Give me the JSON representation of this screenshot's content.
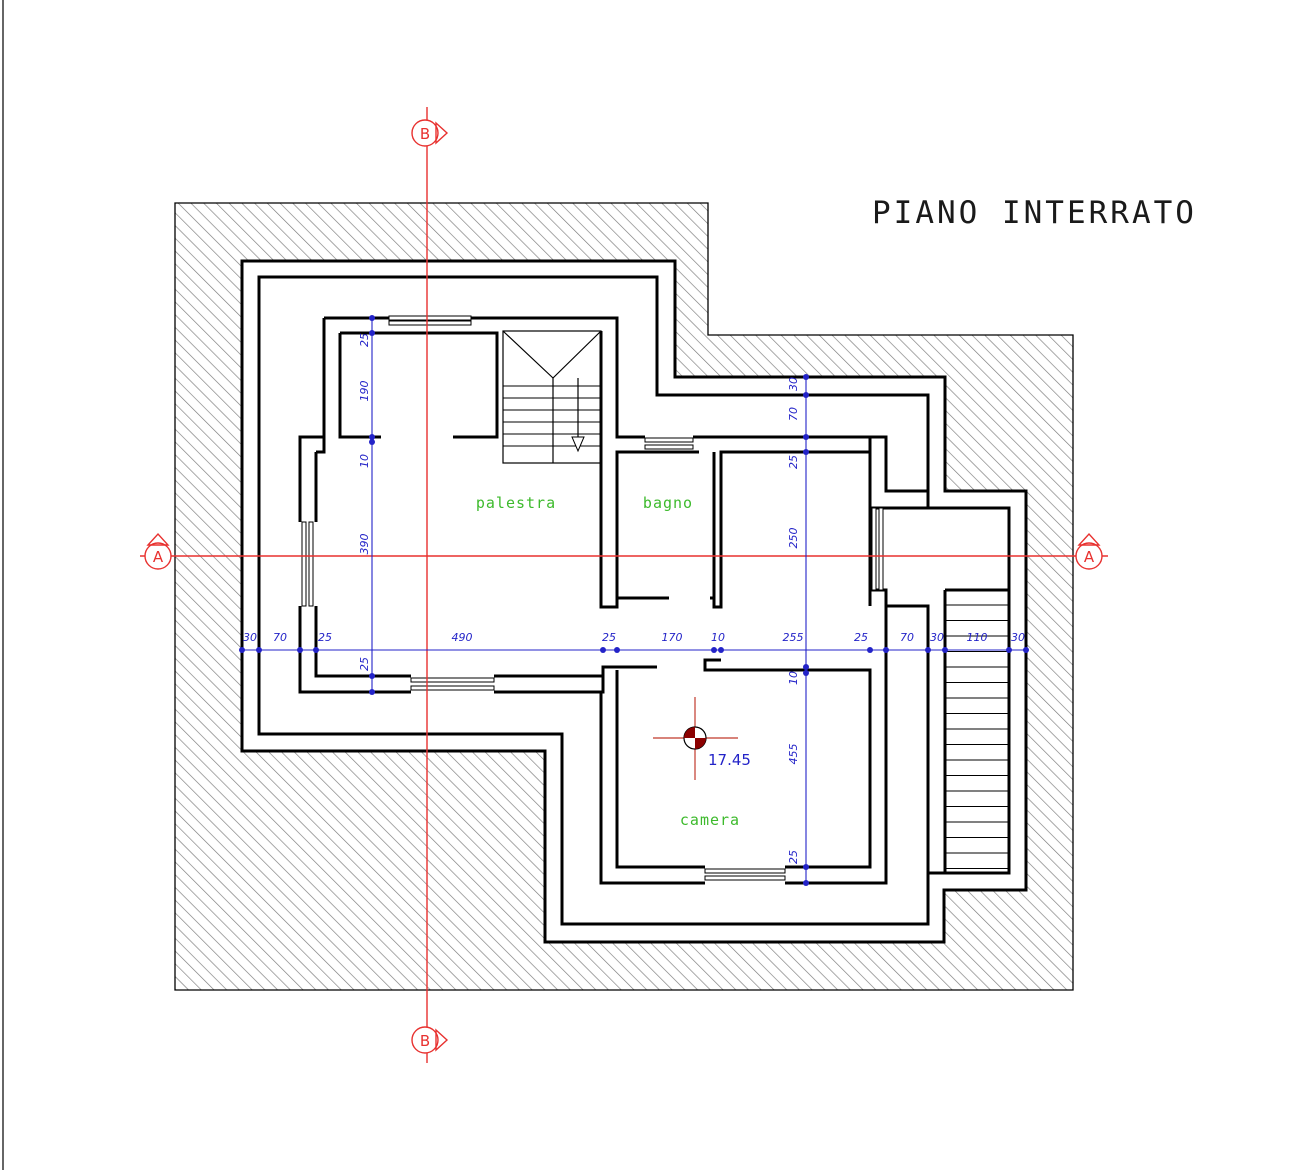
{
  "title": "PIANO INTERRATO",
  "rooms": {
    "palestra": "palestra",
    "bagno": "bagno",
    "camera": "camera"
  },
  "elevation": "17.45",
  "section_axes": {
    "a_left": "A",
    "a_right": "A",
    "b_top": "B",
    "b_bottom": "B"
  },
  "dimensions": {
    "horizontal": [
      "30",
      "70",
      "25",
      "490",
      "25",
      "170",
      "10",
      "255",
      "25",
      "70",
      "30",
      "110",
      "30"
    ],
    "vertical_left": [
      "25",
      "190",
      "10",
      "390",
      "25"
    ],
    "vertical_right": [
      "30",
      "70",
      "25",
      "250",
      "10",
      "455",
      "25"
    ]
  },
  "colors": {
    "walls": "#000000",
    "section_lines": "#e8312f",
    "dimensions": "#2323c8",
    "room_labels": "#3dba2c",
    "elevation_mark": "#8b0000"
  }
}
